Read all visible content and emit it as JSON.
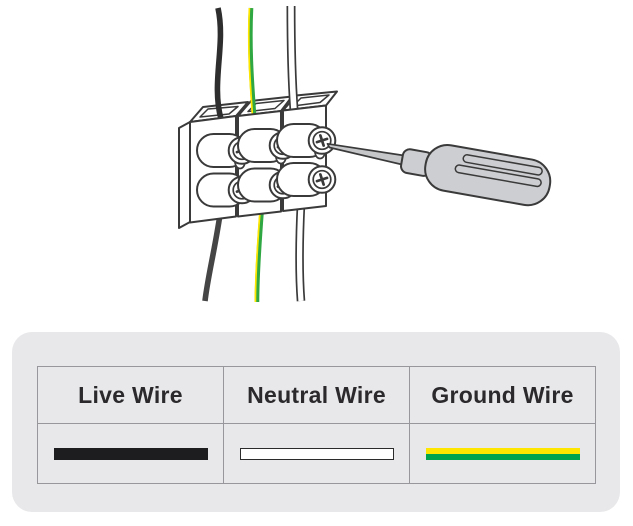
{
  "legend": {
    "columns": [
      {
        "label": "Live Wire",
        "swatch": "black-solid"
      },
      {
        "label": "Neutral Wire",
        "swatch": "white-outlined"
      },
      {
        "label": "Ground Wire",
        "swatch": "yellow-over-green"
      }
    ]
  },
  "illustration": {
    "objects": [
      "terminal-block",
      "screwdriver"
    ],
    "wires": [
      {
        "name": "live-wire",
        "color": "black"
      },
      {
        "name": "ground-wire",
        "color": "green-yellow"
      },
      {
        "name": "neutral-wire",
        "color": "white"
      }
    ]
  },
  "colors": {
    "outline": "#3a3a3a",
    "wire-black": "#2e2e2e",
    "wire-black-lower": "#454545",
    "wire-green": "#2fa843",
    "wire-yellow": "#ffe600",
    "tool-gray": "#cdced1",
    "blade-gray": "#c6c7c9",
    "panel-bg": "#e8e8ea",
    "table-border": "#98989c",
    "text-dark": "#2b292b",
    "swatch-black": "#1d1d1f",
    "legend-green": "#00a44f",
    "legend-yellow": "#ffe600",
    "neutral-border": "#2b2b2b"
  }
}
